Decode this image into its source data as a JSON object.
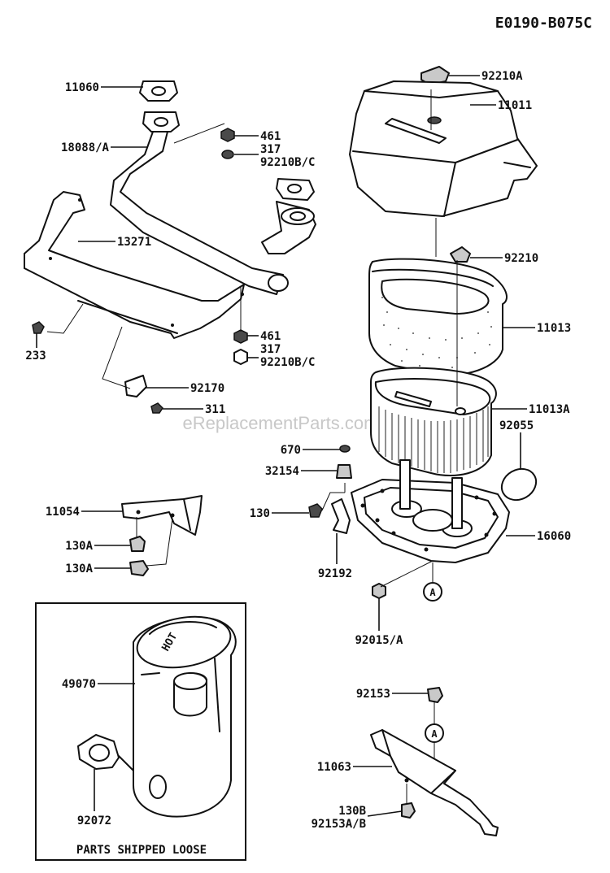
{
  "diagram_id": "E0190-B075C",
  "watermark": "eReplacementParts.com",
  "labels": {
    "p11060": "11060",
    "p18088": "18088/A",
    "p13271": "13271",
    "p233": "233",
    "p461_top": "461",
    "p317_top": "317",
    "p92210bc_top": "92210B/C",
    "p461_bot": "461",
    "p317_bot": "317",
    "p92210bc_bot": "92210B/C",
    "p92170": "92170",
    "p311": "311",
    "p92210a": "92210A",
    "p11011": "11011",
    "p92210": "92210",
    "p11013": "11013",
    "p11013a": "11013A",
    "p92055": "92055",
    "p670": "670",
    "p32154": "32154",
    "p130": "130",
    "p16060": "16060",
    "p92192": "92192",
    "p92015a": "92015/A",
    "p11054": "11054",
    "p130a_1": "130A",
    "p130a_2": "130A",
    "p49070": "49070",
    "p92072": "92072",
    "p92153": "92153",
    "p11063": "11063",
    "p130b": "130B",
    "p92153ab": "92153A/B"
  },
  "callout_a_1": "A",
  "callout_a_2": "A",
  "box_caption": "PARTS SHIPPED LOOSE",
  "muffler_marking": "HOT"
}
